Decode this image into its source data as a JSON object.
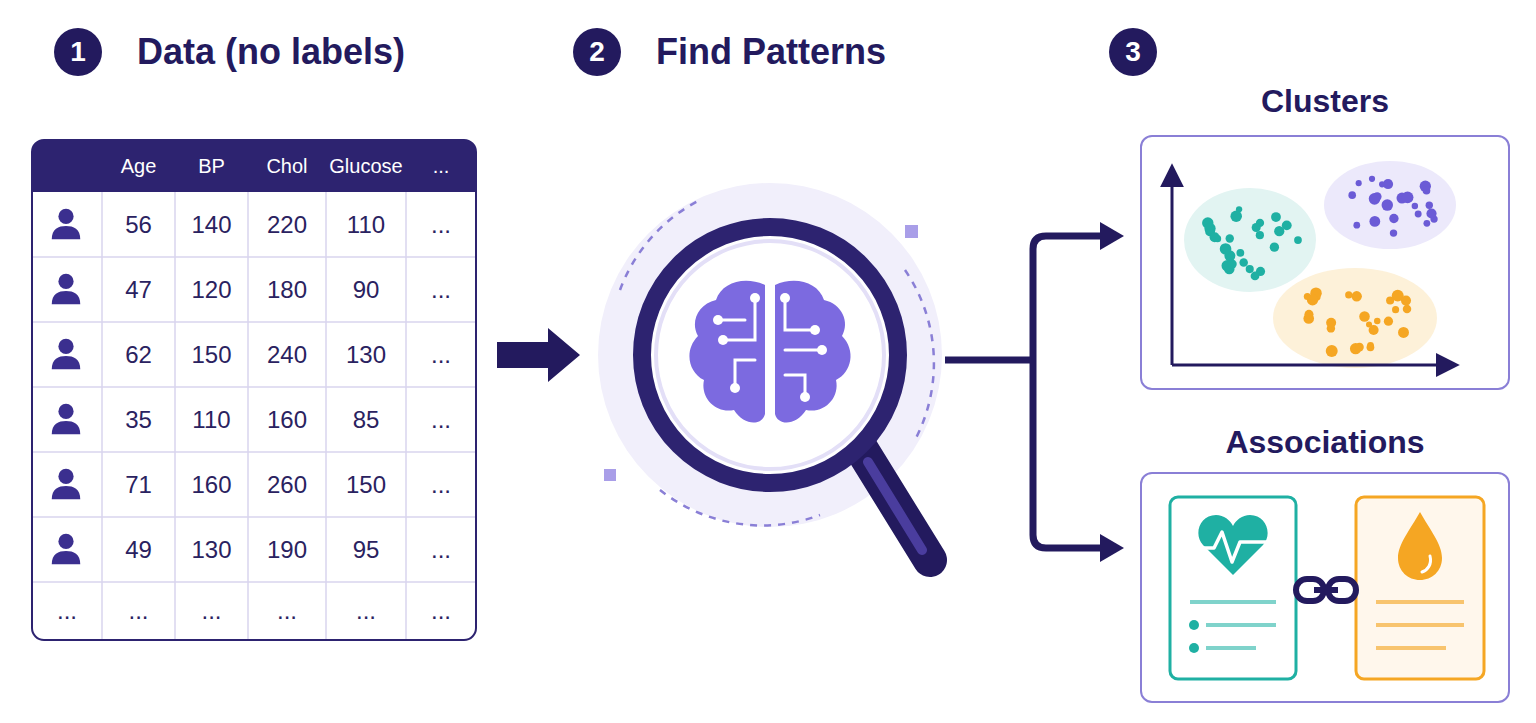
{
  "diagram": {
    "nodes": [
      {
        "text": [
          "1",
          "Data (no labels)"
        ]
      },
      {
        "text": [
          "2",
          "Find Patterns"
        ]
      },
      {
        "text": [
          "3"
        ]
      },
      {
        "text": [
          "Clusters"
        ]
      },
      {
        "text": [
          "Associations"
        ]
      }
    ],
    "labels": [
      "Age",
      "BP",
      "Chol",
      "Glucose",
      "...",
      "56",
      "140",
      "220",
      "110",
      "...",
      "47",
      "120",
      "180",
      "90",
      "...",
      "62",
      "150",
      "240",
      "130",
      "...",
      "35",
      "110",
      "160",
      "85",
      "...",
      "71",
      "160",
      "260",
      "150",
      "...",
      "49",
      "130",
      "190",
      "95",
      "...",
      "...",
      "...",
      "...",
      "...",
      "...",
      "..."
    ]
  }
}
